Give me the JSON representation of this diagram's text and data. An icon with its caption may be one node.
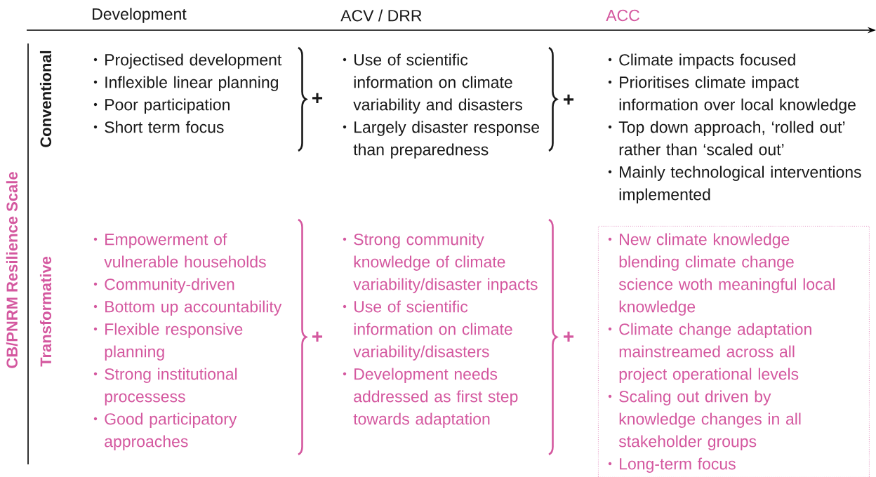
{
  "diagram": {
    "nodes": [
      {
        "text": [
          "New climate knowledge blending climate change science woth meaningful local knowledge",
          "Climate change adaptation mainstreamed across all project operational levels",
          "Scaling out driven by knowledge changes in all stakeholder groups",
          "Long-term focus"
        ]
      }
    ],
    "labels": [
      "Development",
      "ACV / DRR",
      "ACC",
      "CB/PNRM Resilience Scale",
      "Conventional",
      "Projectised development",
      "Inflexible linear planning",
      "Poor participation",
      "Short term focus",
      "+",
      "Use of scientific information on climate variability and disasters",
      "Largely disaster response than preparedness",
      "+",
      "Climate impacts focused",
      "Prioritises climate impact information over local knowledge",
      "Top down approach, ‘rolled out’ rather than ‘scaled out’",
      "Mainly technological interventions implemented",
      "Transformative",
      "Empowerment of vulnerable households",
      "Community-driven",
      "Bottom up accountability",
      "Flexible responsive planning",
      "Strong institutional processess",
      "Good participatory approaches",
      "+",
      "Strong community knowledge of climate variability/disaster inpacts",
      "Use of scientific information on climate variability/disasters",
      "Development needs addressed as first step towards adaptation",
      "+"
    ]
  }
}
